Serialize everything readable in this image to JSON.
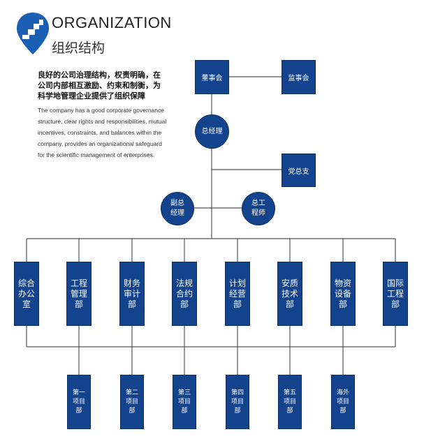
{
  "header": {
    "title_en": "ORGANIZATION",
    "title_cn": "组织结构"
  },
  "intro": {
    "cn": "良好的公司治理结构，权责明确，在公司内部相互激励、约束和制衡，为科学地管理企业提供了组织保障",
    "en": "The company has a good corporate governance structure, clear rights and responsibilities, mutual incentives, constraints, and balances within the company, provides an organizational safeguard for the scientific management of enterprises."
  },
  "colors": {
    "box": "#13438d",
    "line": "#555555",
    "logo": "#1b5fb5"
  },
  "org": {
    "board": "董事会",
    "supervisors": "监事会",
    "gm": "总经理",
    "party": "党总支",
    "deputy_gm": "副总经理",
    "chief_engineer": "总工程师",
    "departments": [
      "综合办公室",
      "工程管理部",
      "财务审计部",
      "法规合约部",
      "计划经营部",
      "安质技术部",
      "物资设备部",
      "国际工程部"
    ],
    "projects": [
      "第一项目部",
      "第二项目部",
      "第三项目部",
      "第四项目部",
      "第五项目部",
      "海外项目部"
    ]
  }
}
